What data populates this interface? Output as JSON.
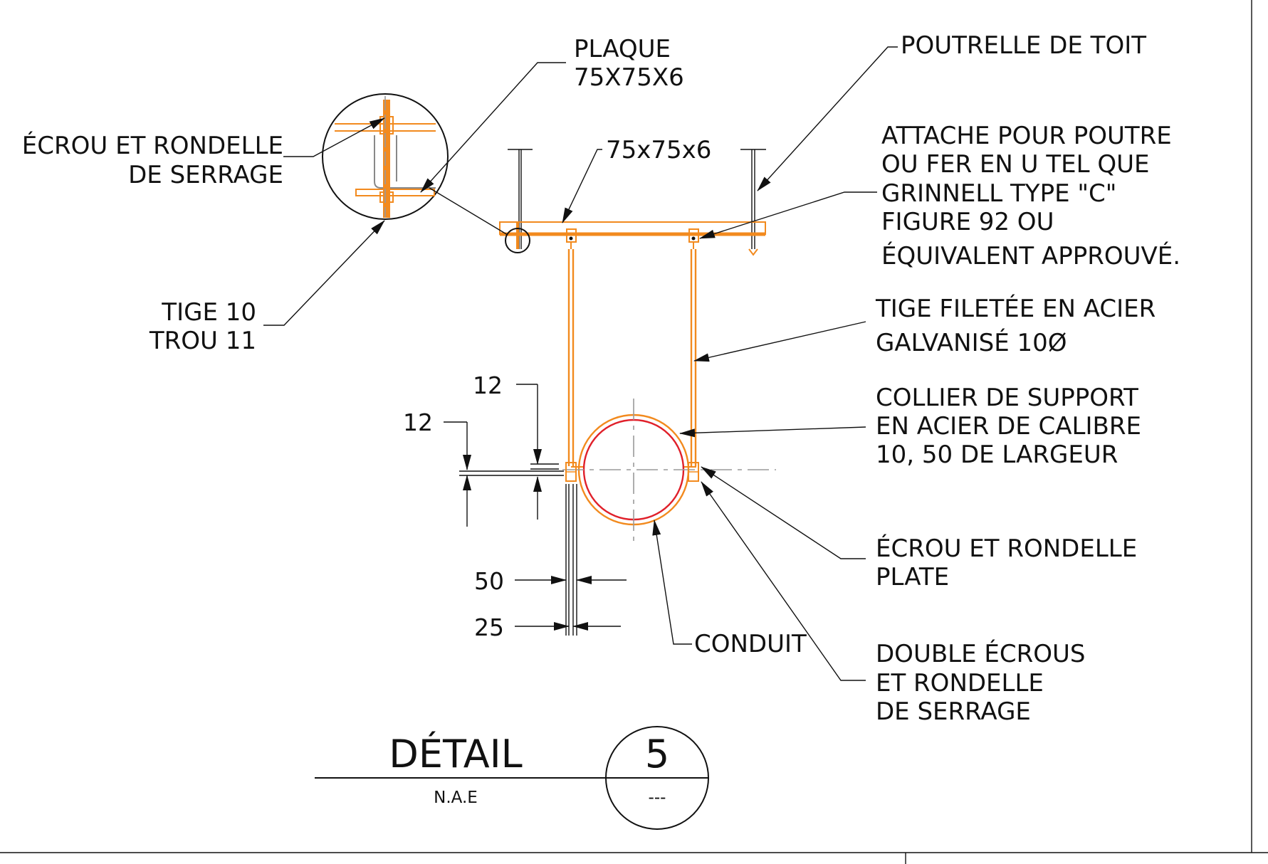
{
  "labels": {
    "plaque_l1": "PLAQUE",
    "plaque_l2": "75X75X6",
    "poutrelle": "POUTRELLE DE TOIT",
    "ecrou_serrage_l1": "ÉCROU ET RONDELLE",
    "ecrou_serrage_l2": "DE SERRAGE",
    "angle": "75x75x6",
    "attache_l1": "ATTACHE POUR POUTRE",
    "attache_l2": "OU FER EN U TEL QUE",
    "attache_l3": "GRINNELL TYPE \"C\"",
    "attache_l4": "FIGURE 92 OU",
    "attache_l5": "ÉQUIVALENT APPROUVÉ.",
    "tige_l1": "TIGE 10",
    "tige_l2": "TROU 11",
    "tige_filetee_l1": "TIGE FILETÉE EN ACIER",
    "tige_filetee_l2": "GALVANISÉ 10Ø",
    "collier_l1": "COLLIER DE SUPPORT",
    "collier_l2": "EN ACIER DE CALIBRE",
    "collier_l3": "10, 50 DE LARGEUR",
    "ecrou_plate_l1": "ÉCROU ET RONDELLE",
    "ecrou_plate_l2": "PLATE",
    "double_l1": "DOUBLE ÉCROUS",
    "double_l2": "ET RONDELLE",
    "double_l3": "DE SERRAGE",
    "conduit": "CONDUIT"
  },
  "dimensions": {
    "d12_upper": "12",
    "d12_lower": "12",
    "d50": "50",
    "d25": "25"
  },
  "title_block": {
    "title": "DÉTAIL",
    "scale": "N.A.E",
    "number": "5",
    "sheet": "---"
  },
  "colors": {
    "steel": "#f28a1e",
    "conduit": "#e0202a",
    "centerline": "#9a9a9a",
    "line": "#111111"
  }
}
